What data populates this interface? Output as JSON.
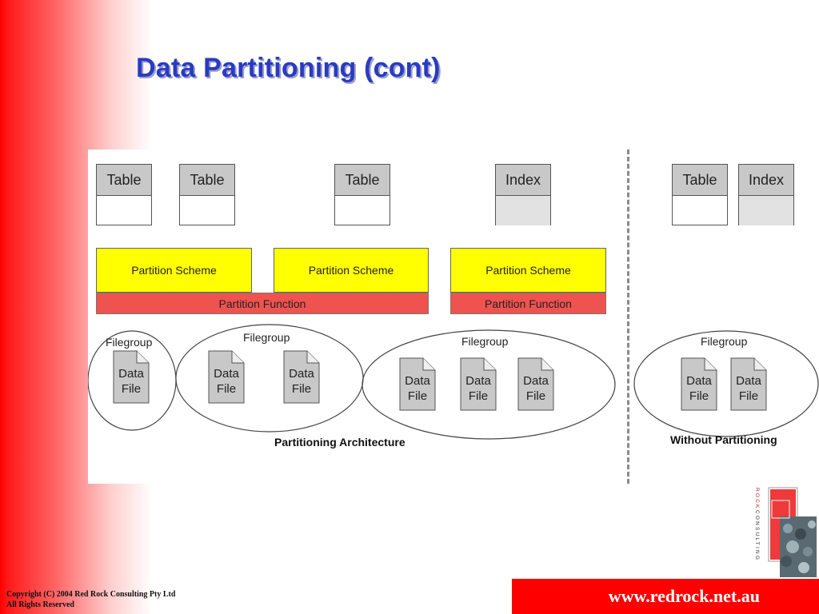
{
  "slide": {
    "title": "Data Partitioning (cont)",
    "footer_url": "www.redrock.net.au",
    "copyright_line1": "Copyright (C)  2004  Red Rock Consulting Pty Ltd",
    "copyright_line2": "All Rights Reserved",
    "logo_text": "ROCK CONSULTING"
  },
  "diagram": {
    "objects": [
      "Table",
      "Table",
      "Table",
      "Index",
      "Table",
      "Index"
    ],
    "schemes": [
      "Partition Scheme",
      "Partition Scheme",
      "Partition Scheme"
    ],
    "functions": [
      "Partition Function",
      "Partition Function"
    ],
    "filegroup_label": "Filegroup",
    "data_file_line1": "Data",
    "data_file_line2": "File",
    "caption_partitioned": "Partitioning Architecture",
    "caption_unpartitioned": "Without Partitioning"
  },
  "colors": {
    "title": "#2a3bc2",
    "scheme": "#ffff00",
    "function": "#ef5350",
    "brand_red": "#ff0000"
  }
}
